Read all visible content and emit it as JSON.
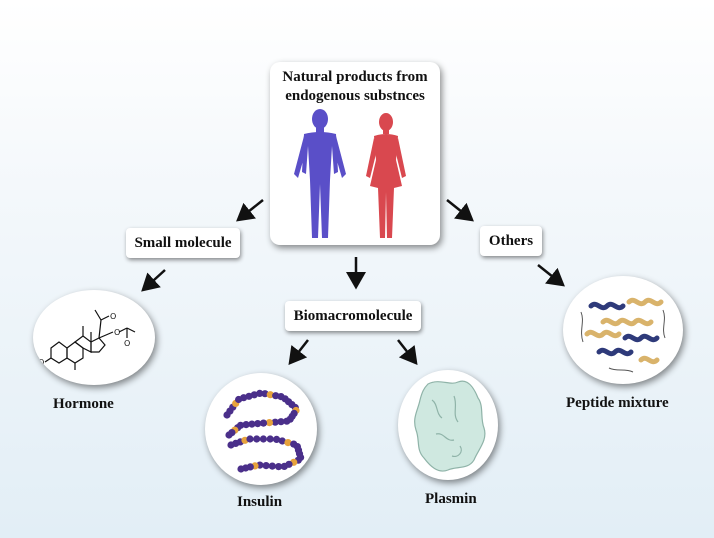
{
  "center": {
    "title_line1": "Natural products from",
    "title_line2": "endogenous substnces"
  },
  "categories": {
    "small_molecule": "Small molecule",
    "biomacromolecule": "Biomacromolecule",
    "others": "Others"
  },
  "examples": {
    "hormone": "Hormone",
    "insulin": "Insulin",
    "plasmin": "Plasmin",
    "peptide_mixture": "Peptide mixture"
  },
  "colors": {
    "male_figure": "#5a4fc8",
    "female_figure": "#d9484f",
    "insulin_bead": "#4a2f8a",
    "insulin_bead_accent": "#e6a23c",
    "plasmin_surface": "#cfe8e0",
    "peptide_helix_navy": "#2e3a7a",
    "peptide_helix_gold": "#d9b36b"
  }
}
